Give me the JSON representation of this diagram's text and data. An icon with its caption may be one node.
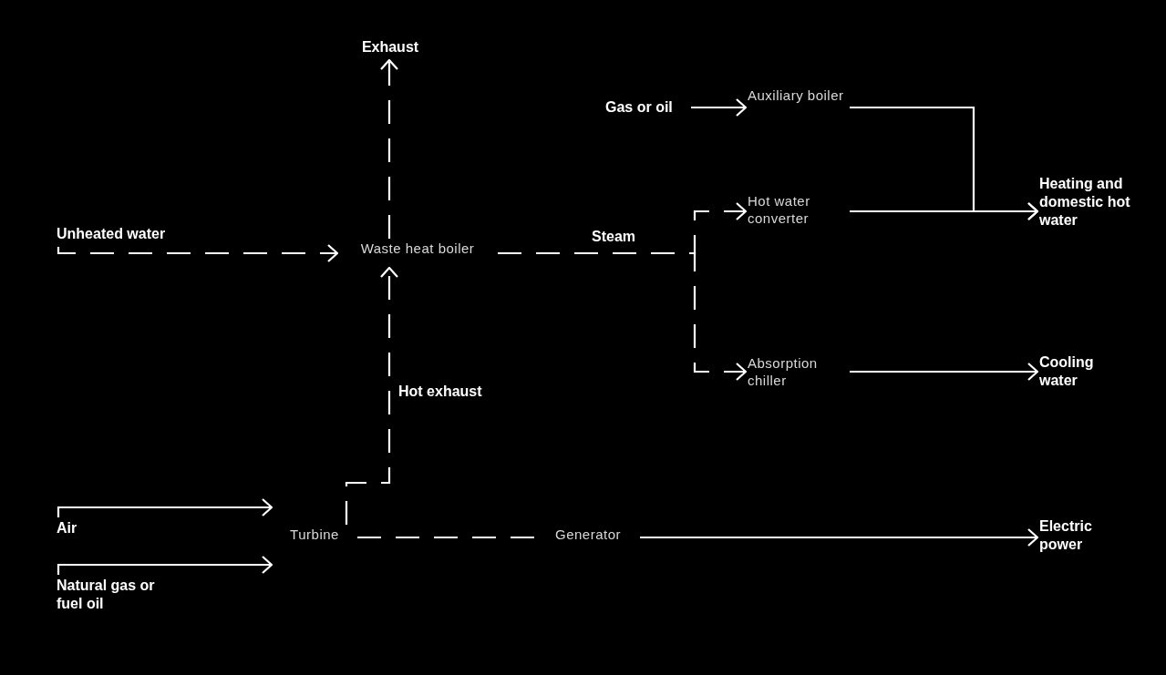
{
  "diagram": {
    "nodes": [
      {
        "text": [
          "Exhaust"
        ]
      },
      {
        "text": [
          "Gas or oil"
        ]
      },
      {
        "text": [
          "Auxiliary boiler"
        ]
      },
      {
        "text": [
          "Unheated water"
        ]
      },
      {
        "text": [
          "Waste heat boiler"
        ]
      },
      {
        "text": [
          "Hot water converter"
        ]
      },
      {
        "text": [
          "Heating and domestic hot water"
        ]
      },
      {
        "text": [
          "Absorption chiller"
        ]
      },
      {
        "text": [
          "Cooling water"
        ]
      },
      {
        "text": [
          "Air"
        ]
      },
      {
        "text": [
          "Natural gas or fuel oil"
        ]
      },
      {
        "text": [
          "Turbine"
        ]
      },
      {
        "text": [
          "Generator"
        ]
      },
      {
        "text": [
          "Electric power"
        ]
      }
    ],
    "edges": [
      {
        "from": 4,
        "to": 0,
        "arrow": "to",
        "style": "dashed"
      },
      {
        "from": 1,
        "to": 2,
        "arrow": "to"
      },
      {
        "from": 3,
        "to": 4,
        "arrow": "to",
        "style": "dashed"
      },
      {
        "from": 4,
        "to": 5,
        "arrow": "to",
        "style": "dashed",
        "label": "Steam"
      },
      {
        "from": 4,
        "to": 7,
        "arrow": "to",
        "style": "dashed"
      },
      {
        "from": 2,
        "to": 6,
        "arrow": "to"
      },
      {
        "from": 5,
        "to": 6,
        "arrow": "to"
      },
      {
        "from": 7,
        "to": 8,
        "arrow": "to"
      },
      {
        "from": 11,
        "to": 4,
        "arrow": "to",
        "style": "dashed",
        "label": "Hot exhaust"
      },
      {
        "from": 9,
        "to": 11,
        "arrow": "to"
      },
      {
        "from": 10,
        "to": 11,
        "arrow": "to"
      },
      {
        "from": 11,
        "to": 12,
        "arrow": "none",
        "style": "dashed"
      },
      {
        "from": 12,
        "to": 13,
        "arrow": "to"
      }
    ]
  }
}
